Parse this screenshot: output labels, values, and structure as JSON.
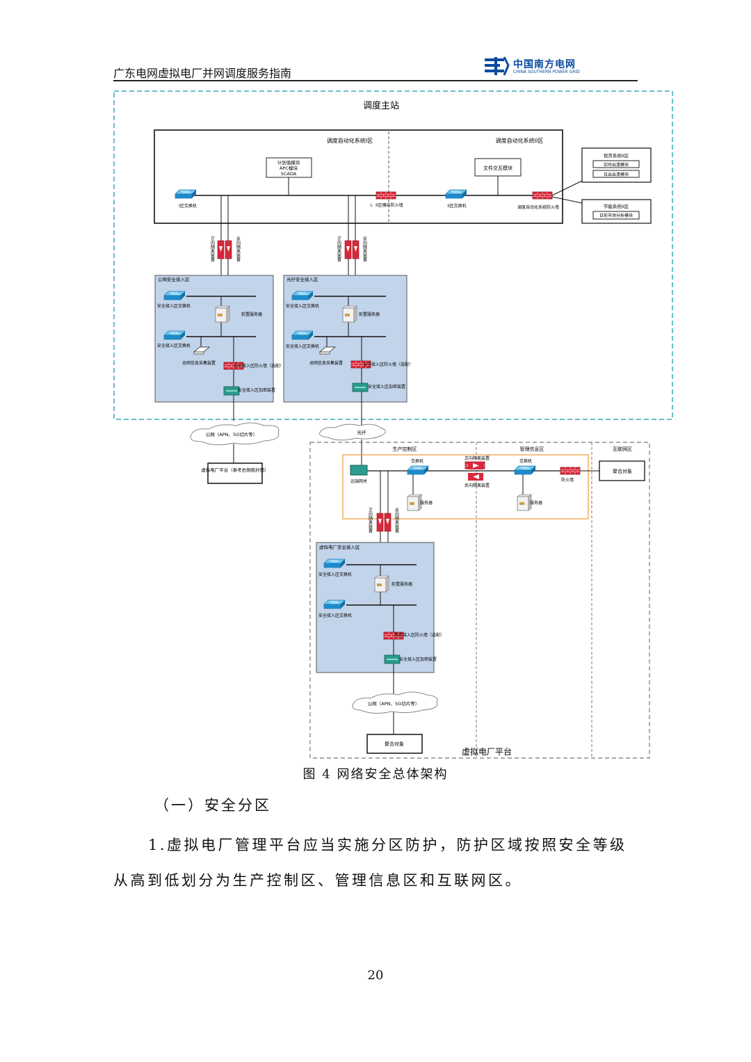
{
  "header": {
    "title": "广东电网虚拟电厂并网调度服务指南"
  },
  "logo": {
    "cn": "中国南方电网",
    "en": "CHINA SOUTHERN POWER GRID"
  },
  "diagram": {
    "station": "调度主站",
    "zone1": "调度自动化系统I区",
    "zone2": "调度自动化系统II区",
    "modules": [
      "计划值模块",
      "APC模块",
      "SCADA"
    ],
    "file_module": "文件交互模块",
    "spot": {
      "title": "现货系统II区",
      "items": [
        "实时出清模块",
        "日出出清模块"
      ]
    },
    "energy": {
      "title": "节能系统II区",
      "items": [
        "日前市场分析模块"
      ]
    },
    "sw1": "I区交换机",
    "fw12": "I、II区横向防火墙",
    "sw2": "II区交换机",
    "fw_auto": "调度自动化系统防火墙",
    "fwd_iso": "正向隔离装置",
    "rev_iso": "反向隔离装置",
    "public_zone": "公网安全接入区",
    "fiber_zone": "光纤安全接入区",
    "vpp_zone": "虚拟电厂安全接入区",
    "access_switch": "安全接入区交换机",
    "pre_server": "前置服务器",
    "collector": "总网信息采集装置",
    "access_fw": "安全接入区防火墙（选配）",
    "encrypt": "安全接入区加密装置",
    "public_net": "公网（APN、5G切片等）",
    "fiber": "光纤",
    "vpp_box": "虚拟电厂平台（参考右侧拓扑图）",
    "prod_zone": "生产控制区",
    "mgmt_zone": "管理信息区",
    "inet_zone": "互联网区",
    "gateway": "远端网关",
    "switch": "交换机",
    "fwd_iso_dev": "正向隔离装置",
    "rev_iso_dev": "反向隔离装置",
    "firewall": "防火墙",
    "server": "服务器",
    "agg": "聚合对象",
    "vpp_platform": "虚拟电厂平台"
  },
  "caption": "图 4  网络安全总体架构",
  "section_title": "（一）安全分区",
  "paragraph": "1.虚拟电厂管理平台应当实施分区防护，防护区域按照安全等级从高到低划分为生产控制区、管理信息区和互联网区。",
  "page_number": "20"
}
